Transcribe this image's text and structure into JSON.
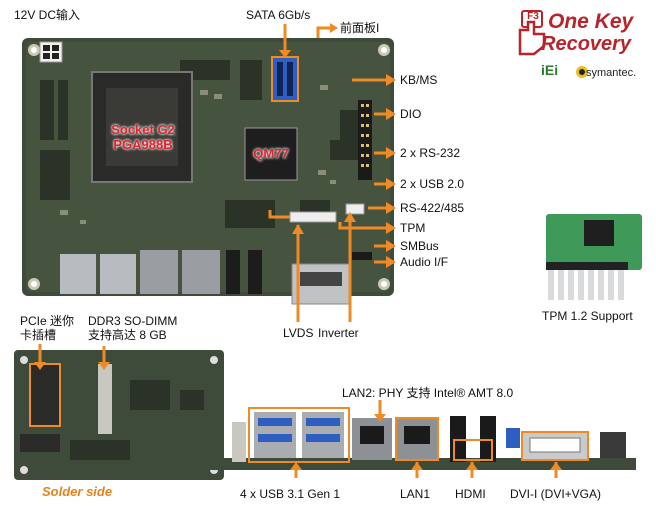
{
  "top_labels": {
    "power": "12V DC输入",
    "sata": "SATA 6Gb/s",
    "front_panel": "前面板I"
  },
  "right_labels": {
    "kb_ms": "KB/MS",
    "dio": "DIO",
    "rs232": "2 x RS-232",
    "usb2": "2 x USB 2.0",
    "rs422": "RS-422/485",
    "tpm": "TPM",
    "smbus": "SMBus",
    "audio": "Audio I/F"
  },
  "bottom_labels": {
    "lvds": "LVDS",
    "inverter": "Inverter"
  },
  "chips": {
    "socket_line1": "Socket G2",
    "socket_line2": "PGA988B",
    "chipset": "QM77"
  },
  "logo": {
    "key": "F3",
    "line1": "One Key",
    "line2": "Recovery",
    "brand1": "iEi",
    "brand2": "symantec."
  },
  "tpm_module": {
    "caption": "TPM 1.2 Support"
  },
  "solder": {
    "pcie_line1": "PCIe 迷你",
    "pcie_line2": "卡插槽",
    "ddr_line1": "DDR3 SO-DIMM",
    "ddr_line2": "支持高达 8 GB",
    "side_label": "Solder side"
  },
  "io_panel": {
    "lan2": "LAN2: PHY 支持 Intel® AMT 8.0",
    "usb31": "4 x USB 3.1 Gen 1",
    "lan1": "LAN1",
    "hdmi": "HDMI",
    "dvi": "DVI-I (DVI+VGA)"
  },
  "colors": {
    "pcb": "#3e4a3a",
    "arrow": "#f08a24",
    "highlight_box": "#f08a24",
    "chip_label": "#e0242c",
    "tpm_board": "#3f9a5a",
    "usb_blue": "#2c5fbf"
  }
}
